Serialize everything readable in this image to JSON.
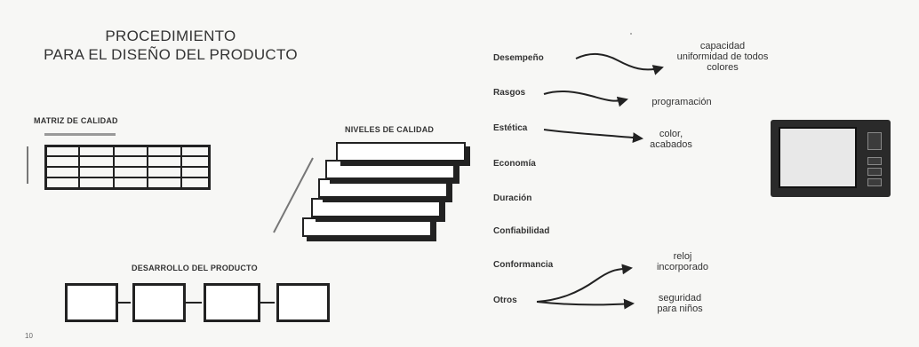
{
  "title": {
    "line1": "PROCEDIMIENTO",
    "line2": "PARA EL DISEÑO DEL PRODUCTO"
  },
  "matrix": {
    "caption": "MATRIZ DE CALIDAD"
  },
  "stairs": {
    "caption": "NIVELES DE CALIDAD",
    "slabs": [
      "",
      "",
      "",
      "",
      "",
      ""
    ]
  },
  "process": {
    "caption": "DESARROLLO DEL PRODUCTO",
    "boxes": [
      "",
      "",
      "",
      ""
    ]
  },
  "dimensions": {
    "items": [
      "Desempeño",
      "Rasgos",
      "Estética",
      "Economía",
      "Duración",
      "Confiabilidad",
      "Conformancia",
      "Otros"
    ],
    "notes": {
      "desempeno": "capacidad\nuniformidad de todos\ncolores",
      "rasgos": "programación",
      "estetica": "color,\nacabados",
      "otros_1": "reloj\nincorporado",
      "otros_2": "seguridad\npara niños"
    }
  },
  "page_number": "10"
}
